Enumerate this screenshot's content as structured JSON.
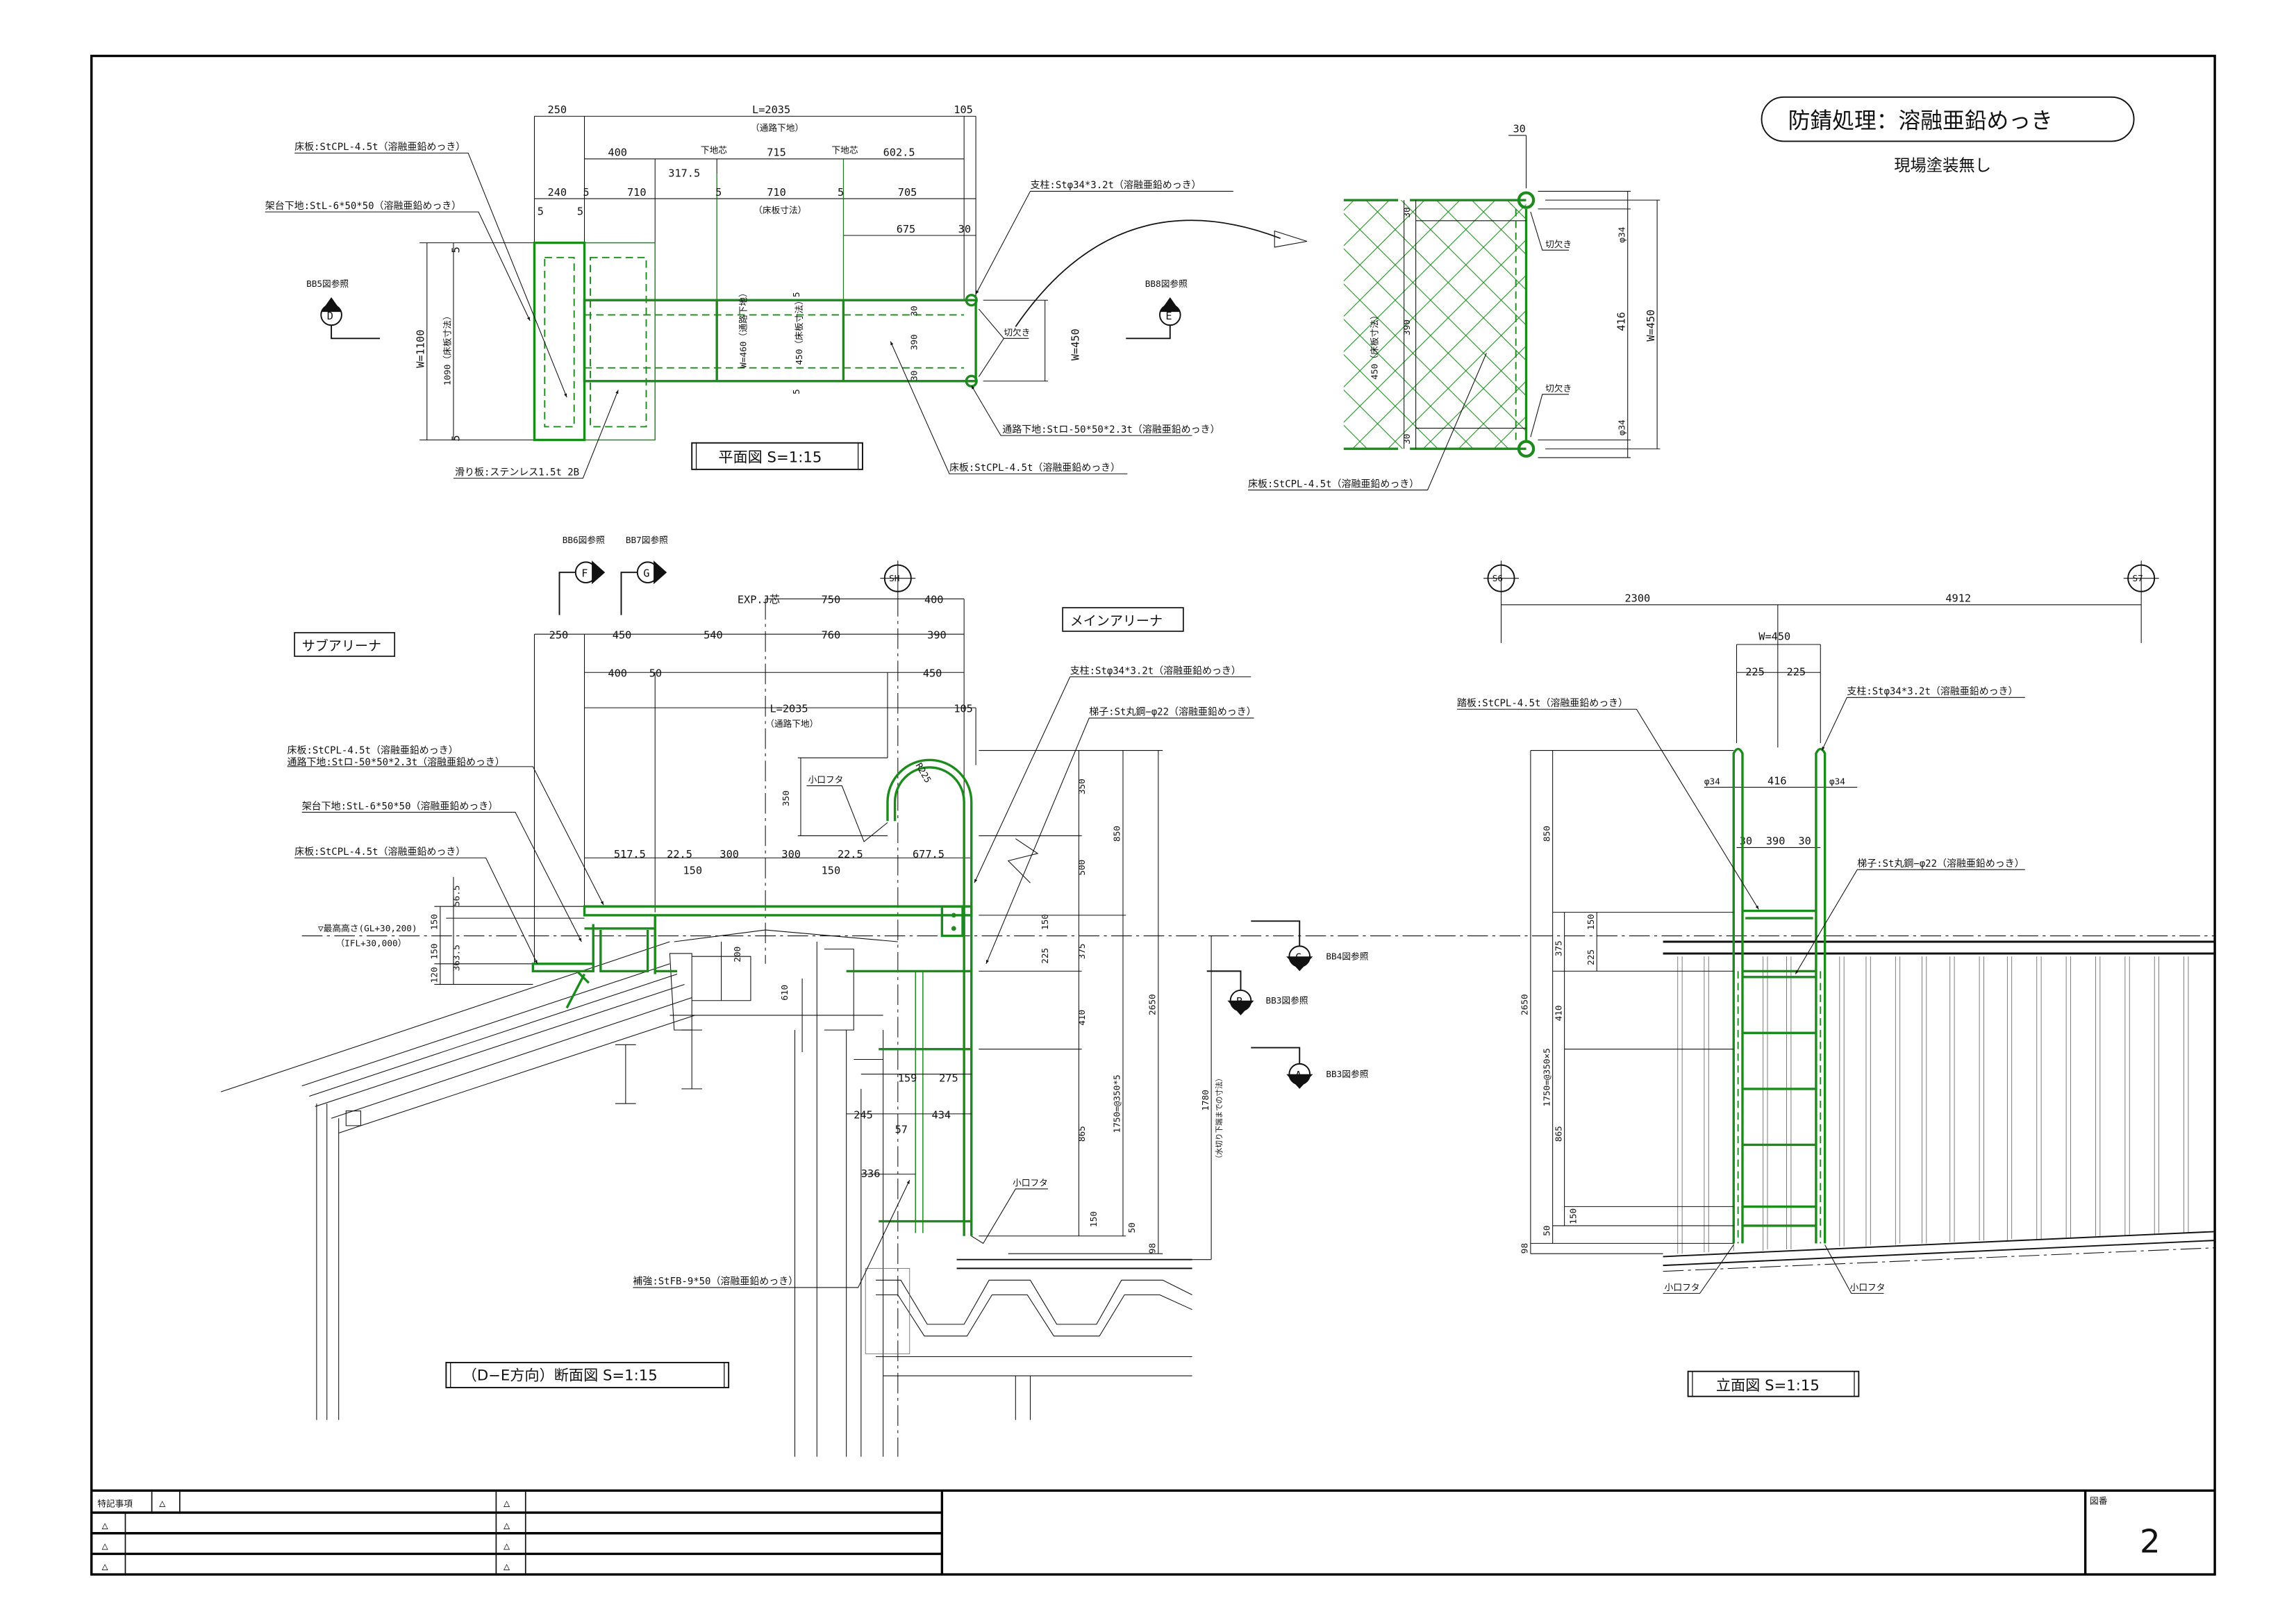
{
  "title": {
    "treatment": "防錆処理：溶融亜鉛めっき",
    "note": "現場塗装無し"
  },
  "colors": {
    "steel_green": "#1c8a1c",
    "line": "#111111"
  },
  "plan": {
    "title": "平面図 S=1:15",
    "dims": [
      "250",
      "L=2035",
      "105",
      "（通路下地）",
      "400",
      "下地芯",
      "715",
      "下地芯",
      "602.5",
      "317.5",
      "240",
      "5",
      "710",
      "5",
      "710",
      "5",
      "705",
      "（床板寸法）",
      "5",
      "5",
      "675",
      "30",
      "W=1100",
      "1090（床板寸法）",
      "5",
      "5",
      "W=460（通路下地）",
      "450（床板寸法）",
      "30",
      "390",
      "30",
      "5",
      "5",
      "W=450"
    ],
    "labels": {
      "deck": "床板:StCPL-4.5t（溶融亜鉛めっき）",
      "frame": "架台下地:StL-6*50*50（溶融亜鉛めっき）",
      "slide": "滑り板:ステンレス1.5t 2B",
      "walkway": "通路下地:Stロ-50*50*2.3t（溶融亜鉛めっき）",
      "deck2": "床板:StCPL-4.5t（溶融亜鉛めっき）",
      "post": "支柱:Stφ34*3.2t（溶融亜鉛めっき）",
      "notch": "切欠き"
    },
    "refs": {
      "d_label": "BB5図参照",
      "d": "D",
      "e_label": "BB8図参照",
      "e": "E"
    }
  },
  "detail": {
    "dims": [
      "30",
      "φ34",
      "416",
      "W=450",
      "φ34",
      "450（床板寸法）",
      "390",
      "30",
      "30"
    ],
    "notch1": "切欠き",
    "notch2": "切欠き",
    "deck": "床板:StCPL-4.5t（溶融亜鉛めっき）"
  },
  "section": {
    "title": "（D−E方向）断面図 S=1:15",
    "sub_arena": "サブアリーナ",
    "main_arena": "メインアリーナ",
    "refs": {
      "f_label": "BB6図参照",
      "f": "F",
      "g_label": "BB7図参照",
      "g": "G",
      "sh": "SH",
      "c": "C",
      "c_label": "BB4図参照",
      "b": "B",
      "b_label": "BB3図参照",
      "a": "A",
      "a_label": "BB3図参照"
    },
    "dims_top": [
      "EXP.J芯",
      "750",
      "400",
      "250",
      "450",
      "540",
      "760",
      "390",
      "400",
      "50",
      "450",
      "L=2035",
      "（通路下地）",
      "105"
    ],
    "dims_mid": [
      "517.5",
      "22.5",
      "300",
      "300",
      "22.5",
      "677.5",
      "150",
      "150"
    ],
    "dims_left": [
      "56.5",
      "150",
      "363.5",
      "150",
      "120"
    ],
    "level": "▽最高高さ(GL+30,200)",
    "level_sub": "（IFL+30,000）",
    "dims_inner": [
      "200",
      "610",
      "159",
      "275",
      "245",
      "434",
      "57",
      "336",
      "R225",
      "350"
    ],
    "dims_right": [
      "350",
      "500",
      "850",
      "150",
      "375",
      "225",
      "410",
      "2650",
      "1750=@350*5",
      "865",
      "150",
      "50",
      "98",
      "1780",
      "（水切り下端までの寸法）"
    ],
    "labels": {
      "deck_walkway1": "床板:StCPL-4.5t（溶融亜鉛めっき）",
      "deck_walkway2": "通路下地:Stロ-50*50*2.3t（溶融亜鉛めっき）",
      "frame": "架台下地:StL-6*50*50（溶融亜鉛めっき）",
      "deck": "床板:StCPL-4.5t（溶融亜鉛めっき）",
      "post": "支柱:Stφ34*3.2t（溶融亜鉛めっき）",
      "ladder": "梯子:St丸鋼−φ22（溶融亜鉛めっき）",
      "cap1": "小口フタ",
      "cap2": "小口フタ",
      "reinforce": "補強:StFB-9*50（溶融亜鉛めっき）"
    }
  },
  "elevation": {
    "title": "立面図 S=1:15",
    "refs": {
      "s6": "S6",
      "s7": "S7"
    },
    "dims": [
      "2300",
      "4912",
      "W=450",
      "225",
      "225",
      "φ34",
      "416",
      "φ34",
      "30",
      "390",
      "30",
      "850",
      "2650",
      "375",
      "225",
      "150",
      "410",
      "1750=@350×5",
      "865",
      "150",
      "50",
      "98"
    ],
    "labels": {
      "step": "踏板:StCPL-4.5t（溶融亜鉛めっき）",
      "post": "支柱:Stφ34*3.2t（溶融亜鉛めっき）",
      "ladder": "梯子:St丸鋼−φ22（溶融亜鉛めっき）",
      "cap1": "小口フタ",
      "cap2": "小口フタ"
    }
  },
  "title_block": {
    "notes_label": "特記事項",
    "revision_marks": [
      "△",
      "△",
      "△",
      "△",
      "△",
      "△",
      "△",
      "△"
    ],
    "drawing_no_label": "図番",
    "drawing_no": "2"
  }
}
